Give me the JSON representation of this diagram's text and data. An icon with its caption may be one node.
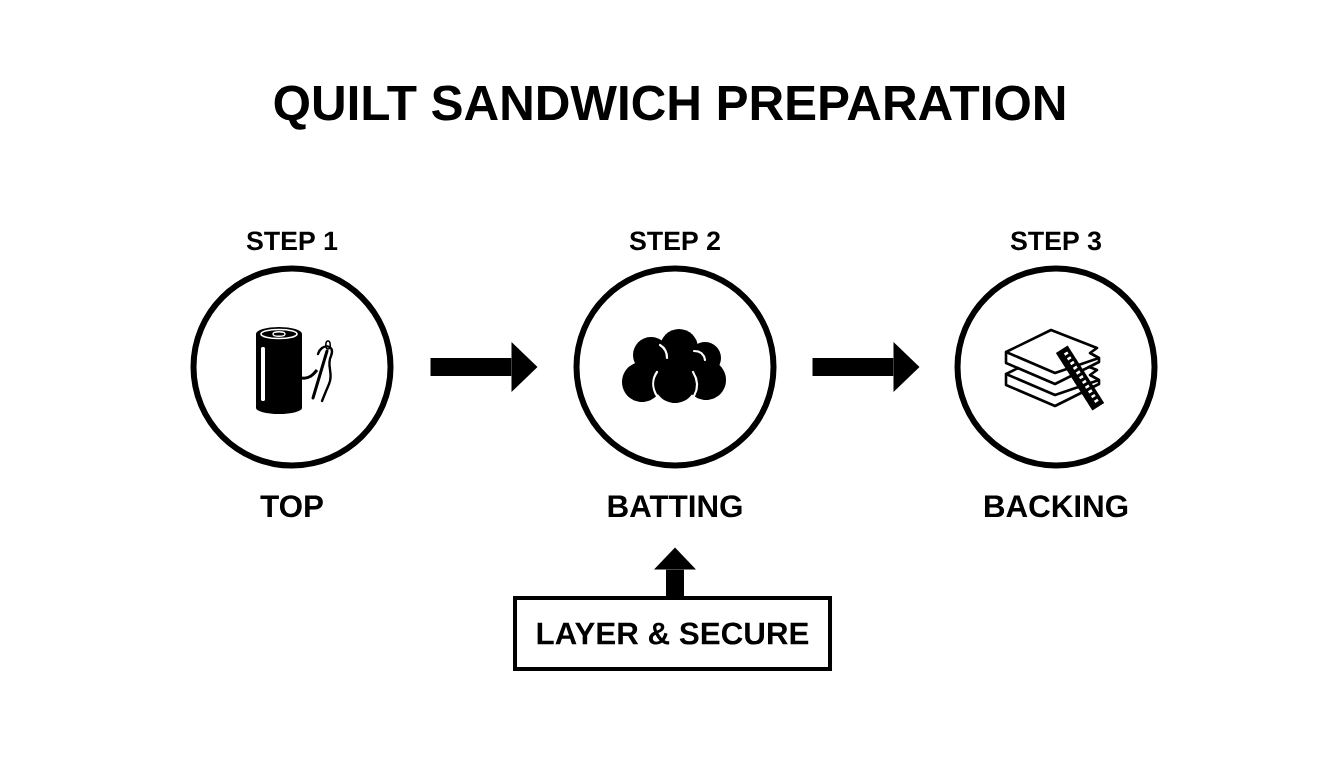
{
  "diagram": {
    "title": "QUILT SANDWICH PREPARATION",
    "nodes": [
      {
        "text": [
          "STEP 1",
          "TOP"
        ]
      },
      {
        "text": [
          "STEP 2",
          "BATTING"
        ]
      },
      {
        "text": [
          "STEP 3",
          "BACKING"
        ]
      },
      {
        "text": [
          "LAYER & SECURE"
        ]
      }
    ],
    "edges": [
      {
        "from": 0,
        "to": 1,
        "arrow": "to"
      },
      {
        "from": 1,
        "to": 2,
        "arrow": "to"
      },
      {
        "from": 3,
        "to": 1,
        "arrow": "to"
      }
    ]
  }
}
